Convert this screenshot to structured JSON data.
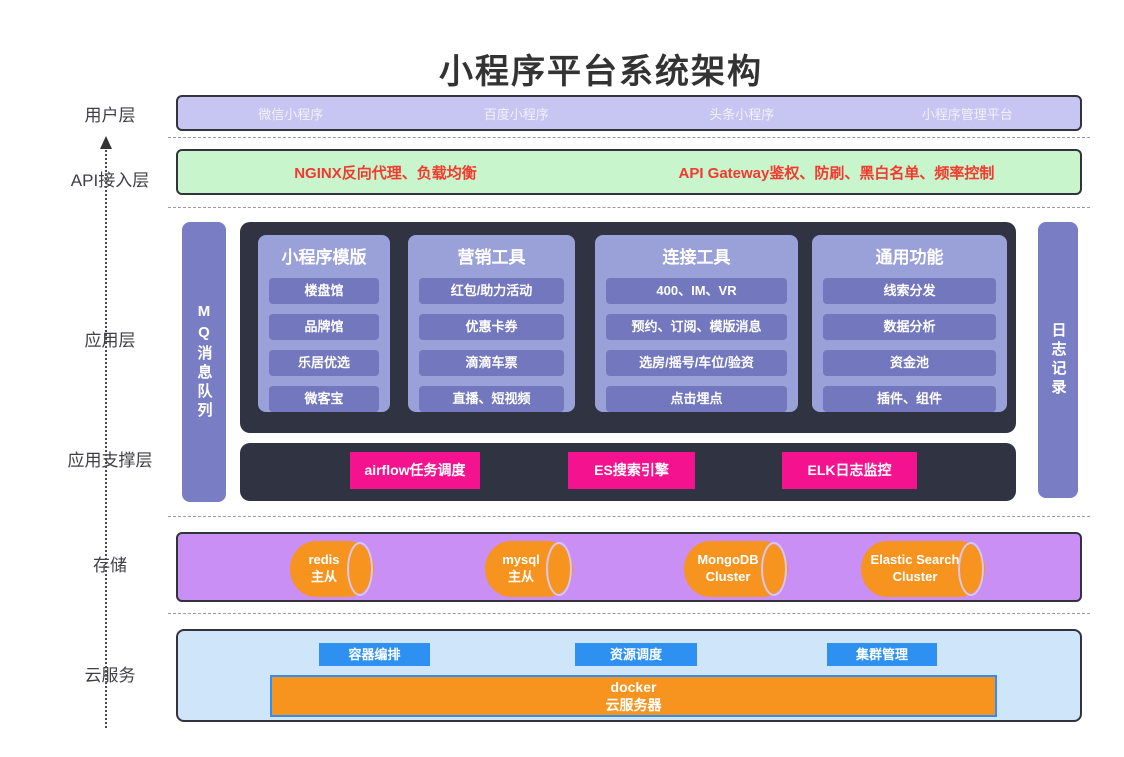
{
  "title": "小程序平台系统架构",
  "rail": {
    "labels": [
      "用户层",
      "API接入层",
      "应用层",
      "应用支撑层",
      "存储",
      "云服务"
    ]
  },
  "user_layer": {
    "items": [
      "微信小程序",
      "百度小程序",
      "头条小程序",
      "小程序管理平台"
    ]
  },
  "api_layer": {
    "items": [
      "NGINX反向代理、负载均衡",
      "API Gateway鉴权、防刷、黑白名单、频率控制"
    ]
  },
  "app_layer": {
    "mq_bar": "MQ消息队列",
    "log_bar": "日志记录",
    "columns": [
      {
        "title": "小程序模版",
        "items": [
          "楼盘馆",
          "品牌馆",
          "乐居优选",
          "微客宝"
        ]
      },
      {
        "title": "营销工具",
        "items": [
          "红包/助力活动",
          "优惠卡券",
          "滴滴车票",
          "直播、短视频"
        ]
      },
      {
        "title": "连接工具",
        "items": [
          "400、IM、VR",
          "预约、订阅、模版消息",
          "选房/摇号/车位/验资",
          "点击埋点"
        ]
      },
      {
        "title": "通用功能",
        "items": [
          "线索分发",
          "数据分析",
          "资金池",
          "插件、组件"
        ]
      }
    ]
  },
  "support_layer": {
    "items": [
      "airflow任务调度",
      "ES搜索引擎",
      "ELK日志监控"
    ]
  },
  "storage_layer": {
    "items": [
      {
        "name": "redis",
        "sub": "主从"
      },
      {
        "name": "mysql",
        "sub": "主从"
      },
      {
        "name": "MongoDB",
        "sub": "Cluster"
      },
      {
        "name": "Elastic Search",
        "sub": "Cluster"
      }
    ]
  },
  "cloud_layer": {
    "buttons": [
      "容器编排",
      "资源调度",
      "集群管理"
    ],
    "docker": {
      "name": "docker",
      "sub": "云服务器"
    }
  },
  "colors": {
    "user_bar_bg": "#c7c5f2",
    "api_bar_bg": "#c9f5cd",
    "api_text_red": "#f23a2e",
    "dark_panel": "#2f3342",
    "column_bg": "#9aa0d8",
    "item_bg": "#7277be",
    "side_bar_bg": "#787dc4",
    "pink": "#f5128f",
    "storage_bg": "#c98ff5",
    "orange": "#f6941f",
    "cloud_bg": "#cfe5fa",
    "blue": "#2e90f0"
  }
}
